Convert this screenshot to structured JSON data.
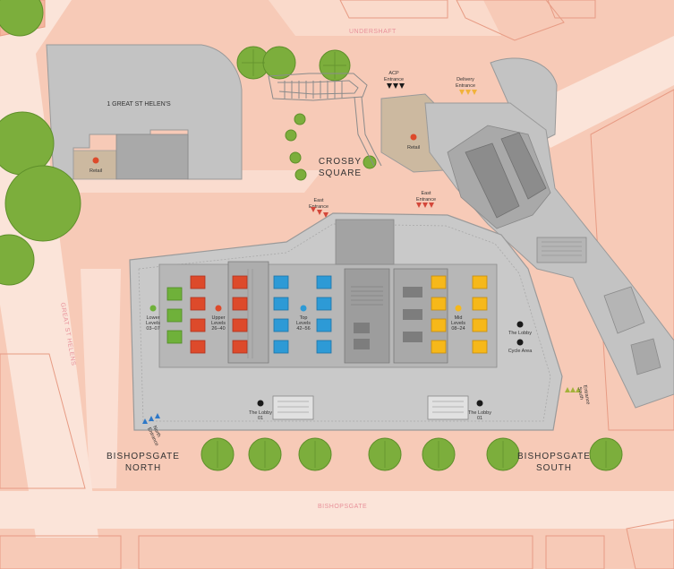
{
  "colors": {
    "background": "#f7cab7",
    "street": "#fbe4d9",
    "plot": "#f4b69e",
    "building": "#c3c3c3",
    "building_stroke": "#9a9a9a",
    "core": "#a3a3a3",
    "tree": "#7cae3c",
    "retail": "#d98b3a",
    "lift_green": "#6fb13a",
    "lift_red": "#dd4a2b",
    "lift_blue": "#2d9ad6",
    "lift_yellow": "#f6b81a",
    "lobby_black": "#1a1a1a",
    "triangle_black": "#1a1a1a",
    "triangle_orange": "#f1b23a",
    "triangle_red": "#d4473a",
    "triangle_blue": "#2d78c8",
    "triangle_olive": "#a4b23a"
  },
  "roads": {
    "undershaft": "UNDERSHAFT",
    "great_st_helens": "GREAT ST HELENS",
    "bishopsgate": "BISHOPSGATE"
  },
  "places": {
    "one_great_st_helens": "1 GREAT ST HELEN'S",
    "crosby_line1": "CROSBY",
    "crosby_line2": "SQUARE",
    "bishopsgate_north_line1": "BISHOPSGATE",
    "bishopsgate_north_line2": "NORTH",
    "bishopsgate_south_line1": "BISHOPSGATE",
    "bishopsgate_south_line2": "SOUTH"
  },
  "retail": {
    "left": "Retail",
    "right": "Retail"
  },
  "entrances": {
    "acp_line1": "ACP",
    "acp_line2": "Entrance",
    "delivery_line1": "Delivery",
    "delivery_line2": "Entrance",
    "east1_line1": "East",
    "east1_line2": "Entrance",
    "east2_line1": "East",
    "east2_line2": "Entrance",
    "north_line1": "North",
    "north_line2": "Entrance",
    "south_line1": "South",
    "south_line2": "Entrance"
  },
  "lift_groups": {
    "lower_line1": "Lower",
    "lower_line2": "Levels",
    "lower_line3": "03–07",
    "upper_line1": "Upper",
    "upper_line2": "Levels",
    "upper_line3": "26–40",
    "top_line1": "Top",
    "top_line2": "Levels",
    "top_line3": "42–56",
    "mid_line1": "Mid",
    "mid_line2": "Levels",
    "mid_line3": "08–24"
  },
  "lobby": {
    "east_label": "The Lobby",
    "cycle_label": "Cycle Area",
    "left_line1": "The Lobby",
    "left_line2": "01",
    "right_line1": "The Lobby",
    "right_line2": "01"
  },
  "icons": {
    "tree": "tree-icon",
    "retail": "retail-marker-icon",
    "lobby": "lobby-marker-icon",
    "entrance": "entrance-arrow-icon"
  }
}
